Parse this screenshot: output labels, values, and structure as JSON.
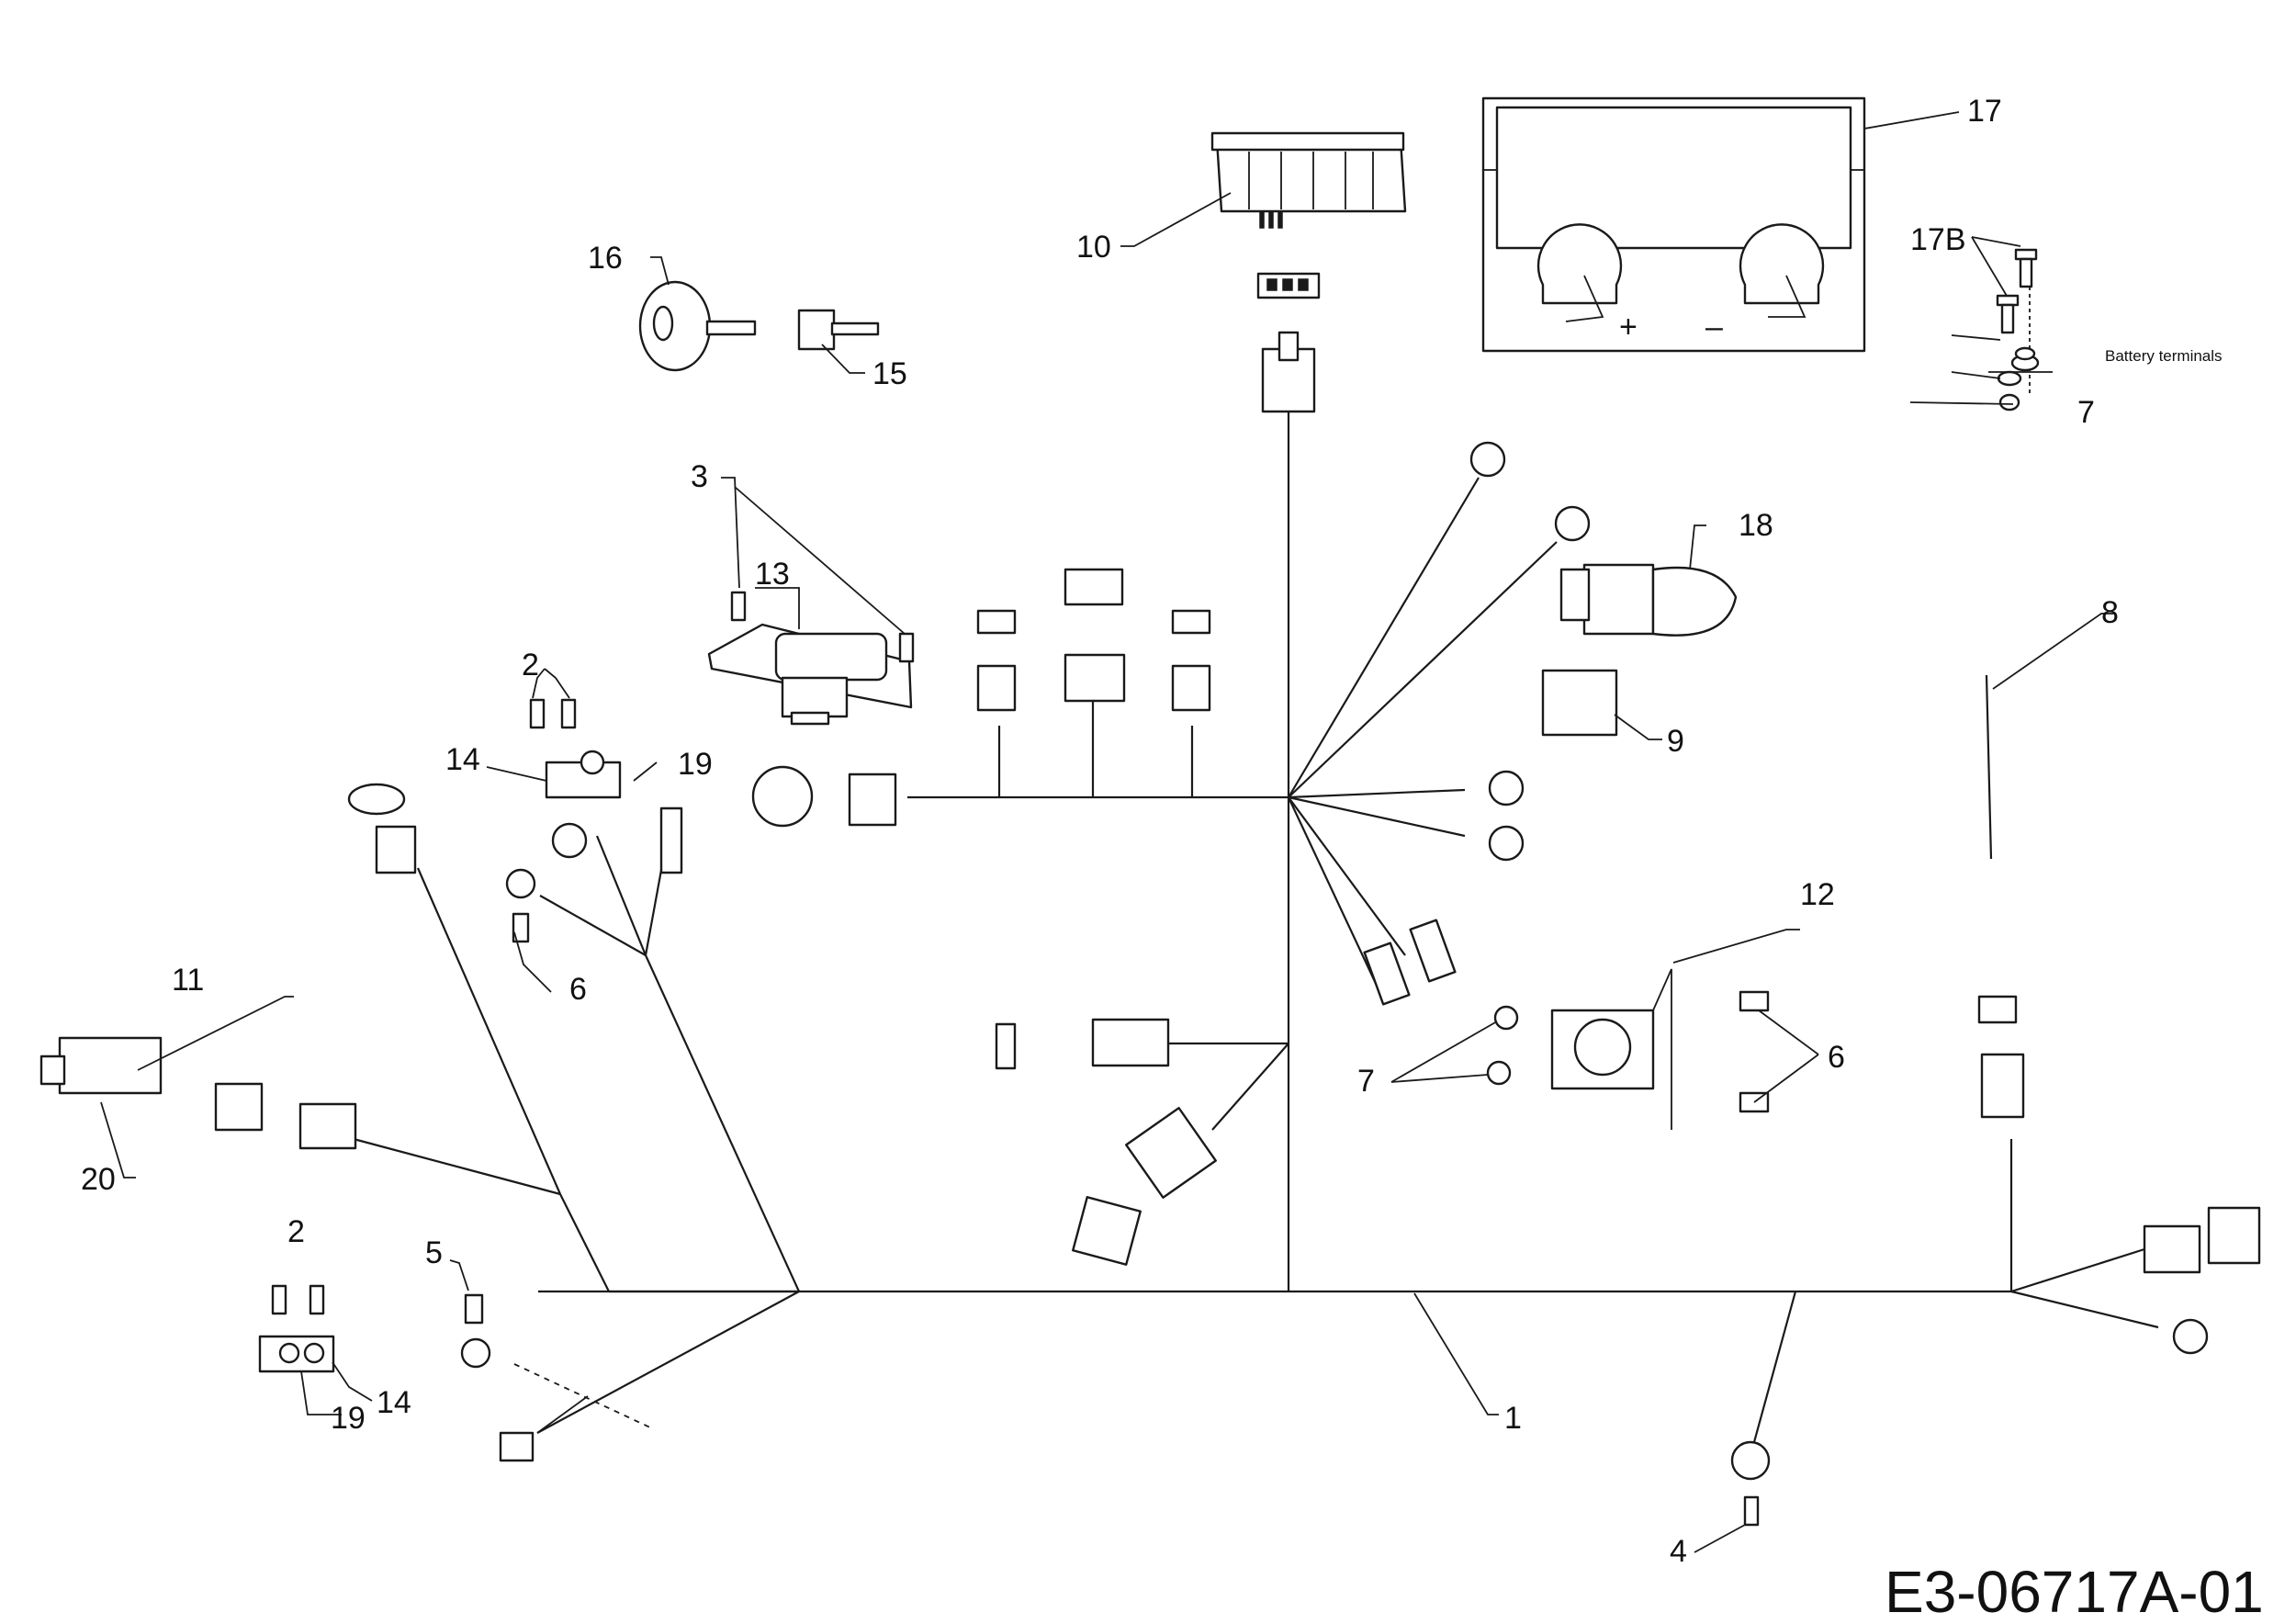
{
  "diagram": {
    "callouts": {
      "c1": "1",
      "c2a": "2",
      "c2b": "2",
      "c3": "3",
      "c4": "4",
      "c5": "5",
      "c6a": "6",
      "c6b": "6",
      "c7a": "7",
      "c7b": "7",
      "c8": "8",
      "c9": "9",
      "c10": "10",
      "c11": "11",
      "c12": "12",
      "c13": "13",
      "c14a": "14",
      "c14b": "14",
      "c15": "15",
      "c16": "16",
      "c17": "17",
      "c17b": "17B",
      "c18": "18",
      "c19a": "19",
      "c19b": "19",
      "c20": "20"
    },
    "battery_terminals_label": "Battery terminals",
    "battery_plus": "+",
    "battery_minus": "–",
    "drawing_code": "E3-06717A-01"
  }
}
